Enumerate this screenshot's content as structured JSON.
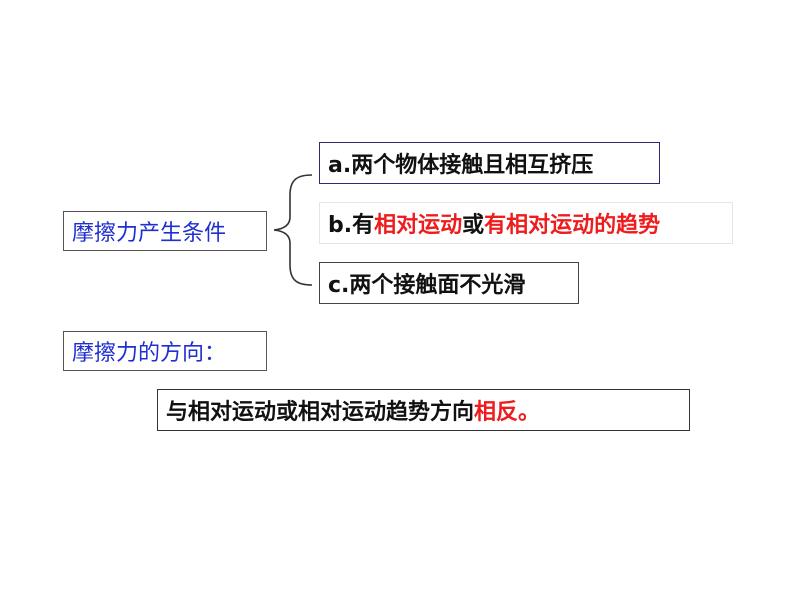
{
  "title": "摩擦力产生条件",
  "conditions": {
    "a": {
      "text": "a.两个物体接触且相互挤压"
    },
    "b": {
      "prefix": "b.有",
      "highlight1": "相对运动",
      "middle": "或",
      "highlight2": "有相对运动的趋势"
    },
    "c": {
      "text": "c.两个接触面不光滑"
    }
  },
  "direction": {
    "label": "摩擦力的方向：",
    "answer_prefix": "与相对运动或相对运动趋势方向",
    "answer_highlight": "相反。"
  },
  "colors": {
    "label_blue": "#1f2fd0",
    "highlight_red": "#ee1c1c",
    "text_dark": "#111111"
  }
}
